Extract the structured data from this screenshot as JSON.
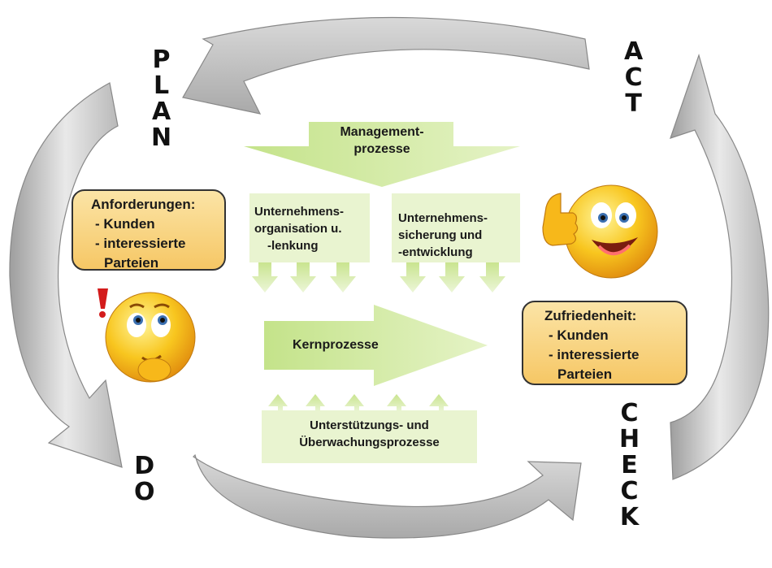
{
  "cycle": {
    "plan": [
      "P",
      "L",
      "A",
      "N"
    ],
    "act": [
      "A",
      "C",
      "T"
    ],
    "do": [
      "D",
      "O"
    ],
    "check": [
      "C",
      "H",
      "E",
      "C",
      "K"
    ]
  },
  "management": {
    "line1": "Management-",
    "line2": "prozesse"
  },
  "org": {
    "line1": "Unternehmens-",
    "line2": "organisation u.",
    "line3": "-lenkung"
  },
  "security": {
    "line1": "Unternehmens-",
    "line2": "sicherung und",
    "line3": "-entwicklung"
  },
  "core": {
    "label": "Kernprozesse"
  },
  "support": {
    "line1": "Unterstützungs- und",
    "line2": "Überwachungsprozesse"
  },
  "requirements": {
    "title": "Anforderungen:",
    "item1": "- Kunden",
    "item2": "- interessierte",
    "item3": "Parteien"
  },
  "satisfaction": {
    "title": "Zufriedenheit:",
    "item1": "- Kunden",
    "item2": "- interessierte",
    "item3": "Parteien"
  },
  "colors": {
    "arrow_grey": "#c8c8c8",
    "green": "#c6e08a",
    "yellow": "#f8d47a"
  },
  "icons": [
    "thinking-smiley-icon",
    "exclamation-icon",
    "thumbs-up-smiley-icon"
  ]
}
